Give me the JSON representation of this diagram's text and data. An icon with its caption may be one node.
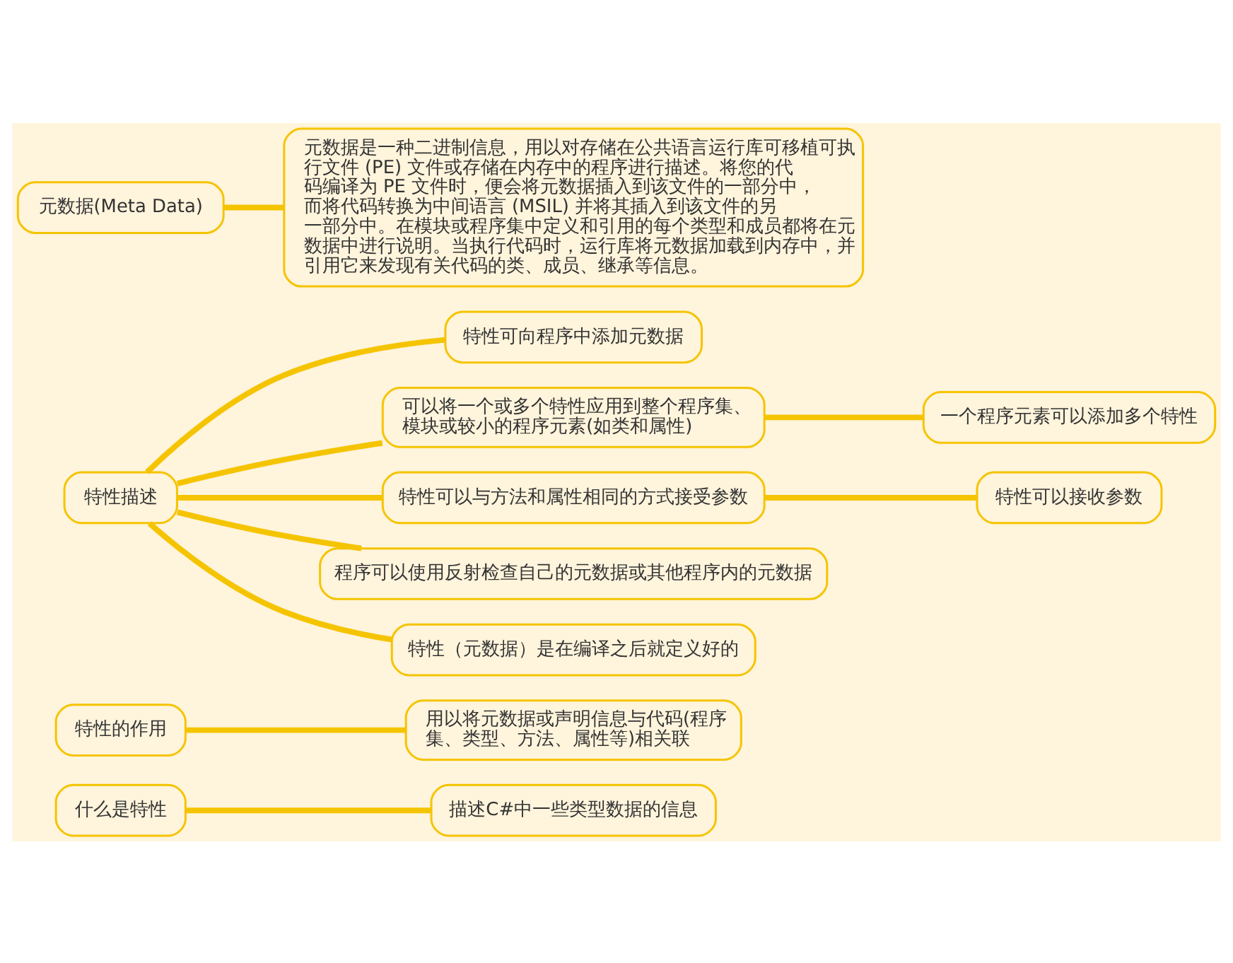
{
  "diagram": {
    "nodes": [
      {
        "text": [
          "什么是特性"
        ]
      },
      {
        "text": [
          "描述C#中一些类型数据的信息"
        ]
      },
      {
        "text": [
          "特性的作用"
        ]
      },
      {
        "text": [
          "用以将元数据或声明信息与代码(程序集、类型、方法、属性等)相关联"
        ]
      },
      {
        "text": [
          "特性描述"
        ]
      },
      {
        "text": [
          "特性可向程序中添加元数据"
        ]
      },
      {
        "text": [
          "可以将一个或多个特性应用到整个程序集、模块或较小的程序元素(如类和属性)"
        ]
      },
      {
        "text": [
          "一个程序元素可以添加多个特性"
        ]
      },
      {
        "text": [
          "特性可以与方法和属性相同的方式接受参数"
        ]
      },
      {
        "text": [
          "特性可以接收参数"
        ]
      },
      {
        "text": [
          "程序可以使用反射检查自己的元数据或其他程序内的元数据"
        ]
      },
      {
        "text": [
          "特性（元数据）是在编译之后就定义好的"
        ]
      },
      {
        "text": [
          "元数据(Meta Data)"
        ]
      },
      {
        "text": [
          "元数据是一种二进制信息，用以对存储在公共语言运行库可移植可执行文件 (PE) 文件或存储在内存中的程序进行描述。将您的代码编译为 PE 文件时，便会将元数据插入到该文件的一部分中，而将代码转换为中间语言 (MSIL) 并将其插入到该文件的另一部分中。在模块或程序集中定义和引用的每个类型和成员都将在元数据中进行说明。当执行代码时，运行库将元数据加载到内存中，并引用它来发现有关代码的类、成员、继承等信息。"
        ]
      }
    ],
    "edges": [
      {
        "from": 0,
        "to": 1,
        "arrow": "none"
      },
      {
        "from": 2,
        "to": 3,
        "arrow": "none"
      },
      {
        "from": 4,
        "to": 5,
        "arrow": "none"
      },
      {
        "from": 4,
        "to": 6,
        "arrow": "none"
      },
      {
        "from": 6,
        "to": 7,
        "arrow": "none"
      },
      {
        "from": 4,
        "to": 8,
        "arrow": "none"
      },
      {
        "from": 8,
        "to": 9,
        "arrow": "none"
      },
      {
        "from": 4,
        "to": 10,
        "arrow": "none"
      },
      {
        "from": 4,
        "to": 11,
        "arrow": "none"
      },
      {
        "from": 12,
        "to": 13,
        "arrow": "none"
      }
    ]
  }
}
